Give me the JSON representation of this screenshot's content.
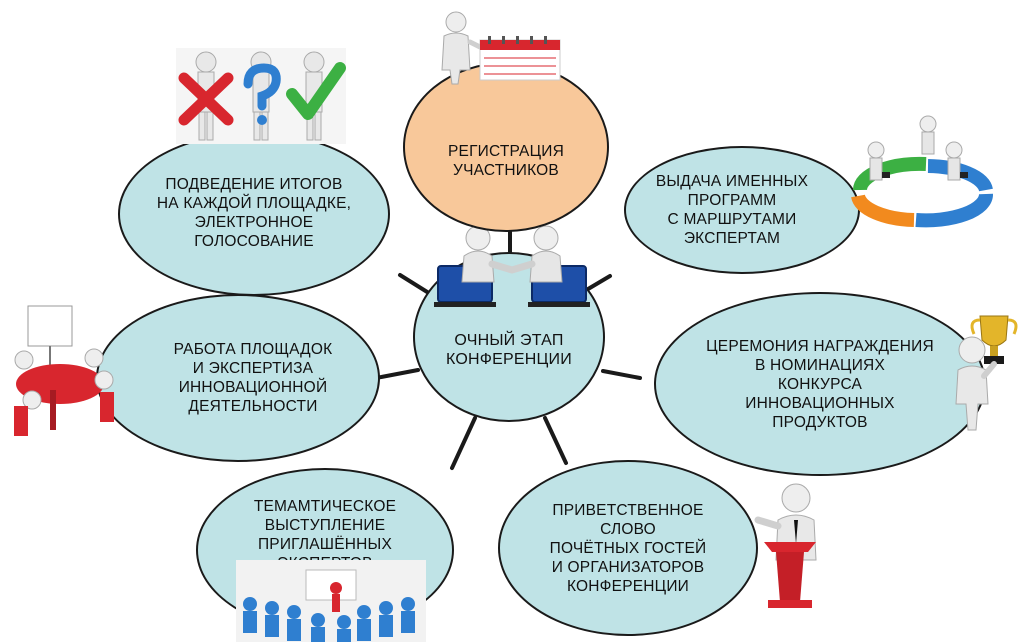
{
  "diagram": {
    "center": "ОЧНЫЙ ЭТАП\nКОНФЕРЕНЦИИ",
    "nodes": {
      "registration": "РЕГИСТРАЦИЯ\nУЧАСТНИКОВ",
      "programs": "ВЫДАЧА ИМЕННЫХ\nПРОГРАММ\nС МАРШРУТАМИ\nЭКСПЕРТАМ",
      "awards": "ЦЕРЕМОНИЯ НАГРАЖДЕНИЯ\nВ НОМИНАЦИЯХ\nКОНКУРСА\nИННОВАЦИОННЫХ\nПРОДУКТОВ",
      "greeting": "ПРИВЕТСТВЕННОЕ\nСЛОВО\nПОЧЁТНЫХ ГОСТЕЙ\nИ ОРГАНИЗАТОРОВ\nКОНФЕРЕНЦИИ",
      "keynote": "ТЕМАМТИЧЕСКОЕ\nВЫСТУПЛЕНИЕ\nПРИГЛАШЁННЫХ\nЭКСПЕРТОВ",
      "workshops": "РАБОТА ПЛОЩАДОК\nИ ЭКСПЕРТИЗА\nИННОВАЦИОННОЙ\nДЕЯТЕЛЬНОСТИ",
      "results": "ПОДВЕДЕНИЕ ИТОГОВ\nНА КАЖДОЙ ПЛОЩАДКЕ,\nЭЛЕКТРОННОЕ\nГОЛОСОВАНИЕ"
    },
    "colors": {
      "node_fill": "#bfe3e6",
      "registration_fill": "#f8c89a",
      "outline": "#1a1a1a",
      "red": "#d8262e",
      "green": "#3cb043",
      "blue": "#2f7fd0",
      "orange": "#f28a1e"
    }
  }
}
